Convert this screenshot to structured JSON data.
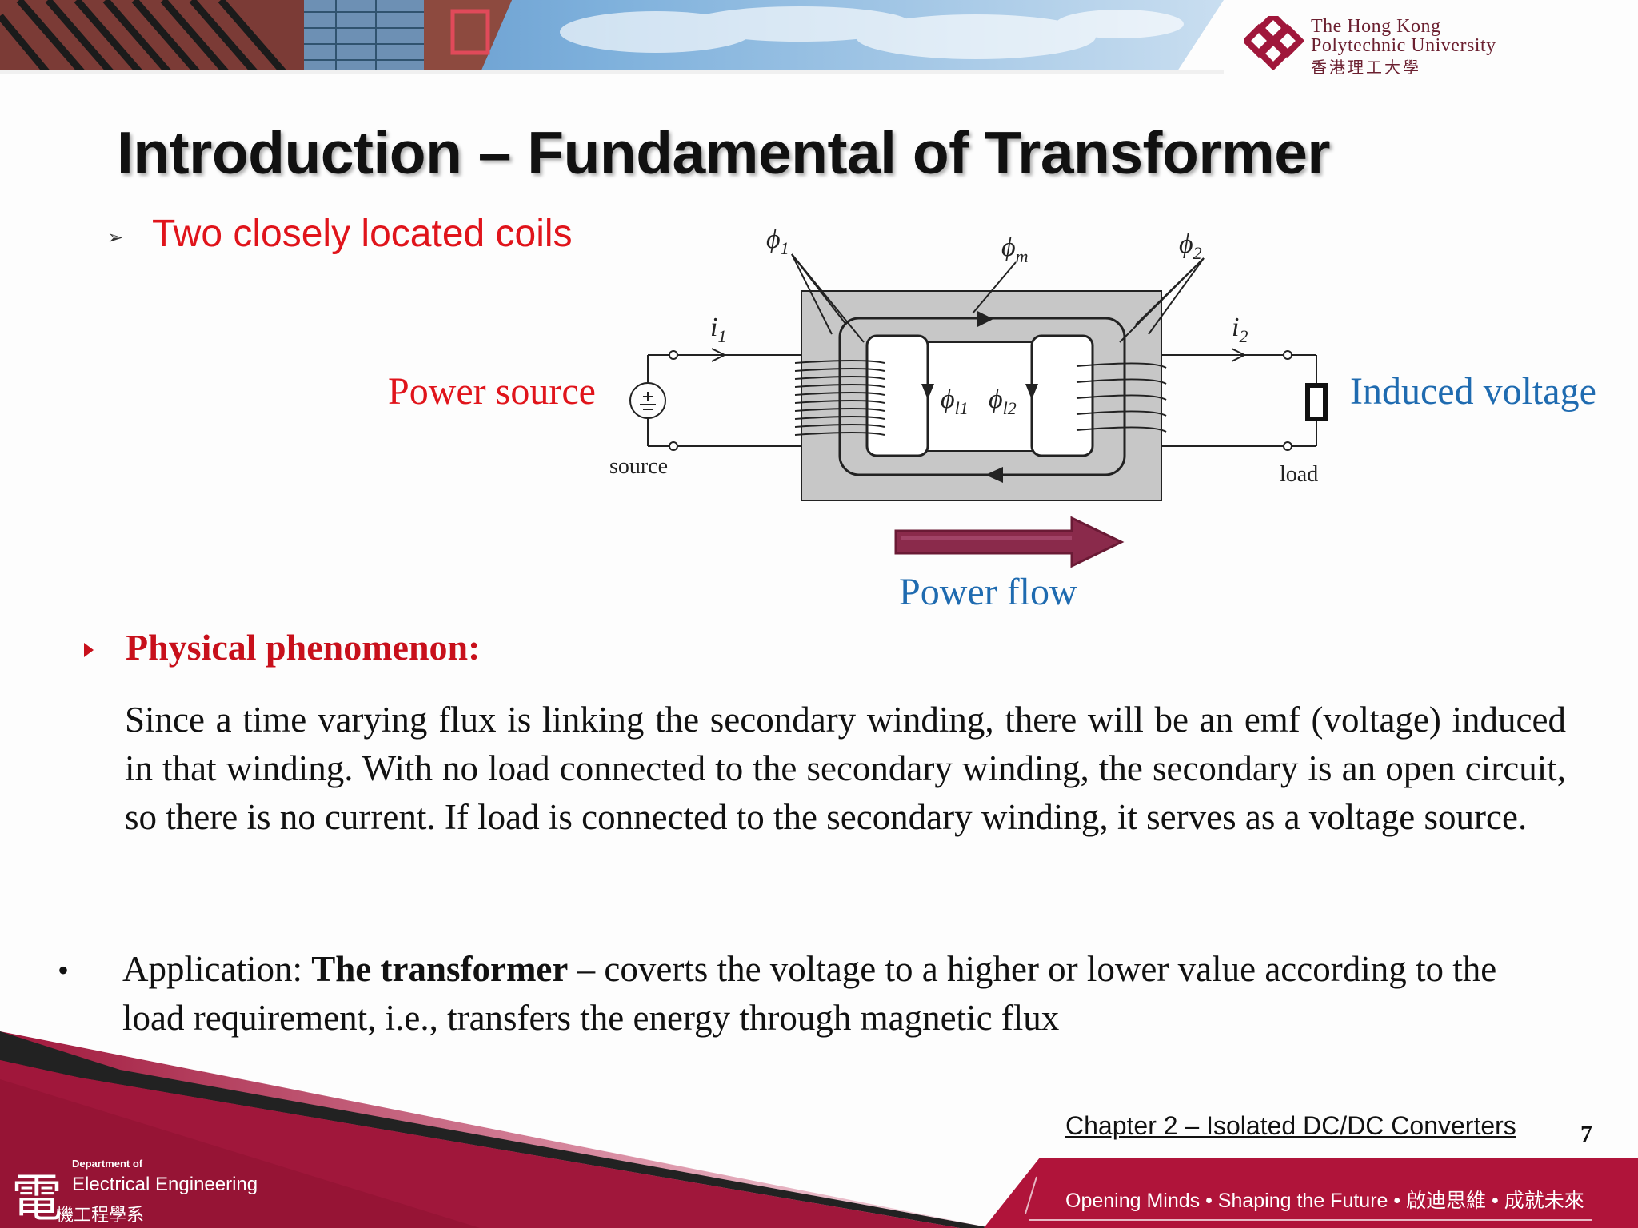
{
  "header": {
    "university_name_line1": "The Hong Kong",
    "university_name_line2": "Polytechnic University",
    "university_name_zh": "香港理工大學"
  },
  "slide": {
    "title": "Introduction – Fundamental of Transformer",
    "bullet_1": "Two closely located coils",
    "annotations": {
      "power_source": "Power source",
      "induced_voltage": "Induced voltage",
      "power_flow": "Power flow"
    },
    "diagram": {
      "label_source": "source",
      "label_load": "load",
      "flux_labels": [
        "ϕ1",
        "ϕm",
        "ϕ2",
        "ϕl1",
        "ϕl2"
      ],
      "current_labels": [
        "i1",
        "i2"
      ]
    },
    "section_heading": "Physical phenomenon:",
    "paragraph": "Since a time varying flux is linking the secondary winding, there will be an emf (voltage) induced in that winding. With no load connected to the secondary winding, the secondary is an open circuit, so there is no current. If load is connected to the secondary winding, it serves as a voltage source.",
    "application_prefix": "Application: ",
    "application_bold": "The transformer",
    "application_rest": " – coverts the voltage to a higher or lower value according to the load requirement, i.e., transfers the energy through magnetic flux"
  },
  "footer": {
    "chapter": "Chapter 2 – Isolated DC/DC Converters",
    "page_number": "7",
    "dept_small": "Department of",
    "dept_name": "Electrical Engineering",
    "dept_logo_char": "電",
    "dept_name_zh": "機工程學系",
    "slogan": "Opening Minds • Shaping the Future • 啟迪思維 • 成就未來"
  },
  "colors": {
    "title": "#111111",
    "accent_red": "#e0141b",
    "accent_blue": "#1f6bb0",
    "brand_maroon": "#a0173b",
    "power_flow_arrow": "#8a2a4b"
  }
}
